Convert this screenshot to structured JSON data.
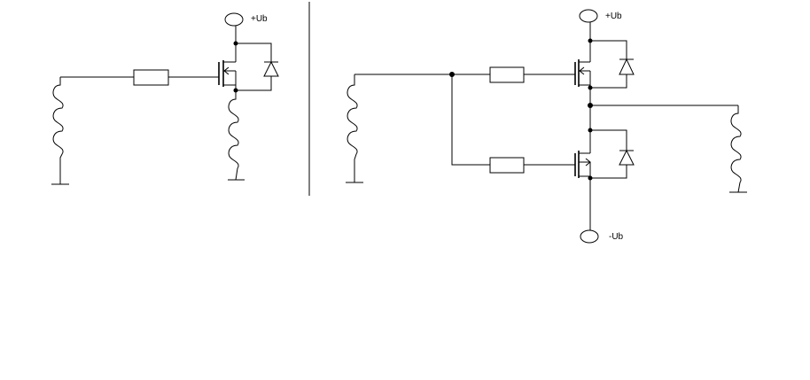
{
  "labels": {
    "left_supply": "+Ub",
    "right_supply_pos": "+Ub",
    "right_supply_neg": "-Ub"
  },
  "colors": {
    "wire": "#000000",
    "background": "#ffffff"
  }
}
